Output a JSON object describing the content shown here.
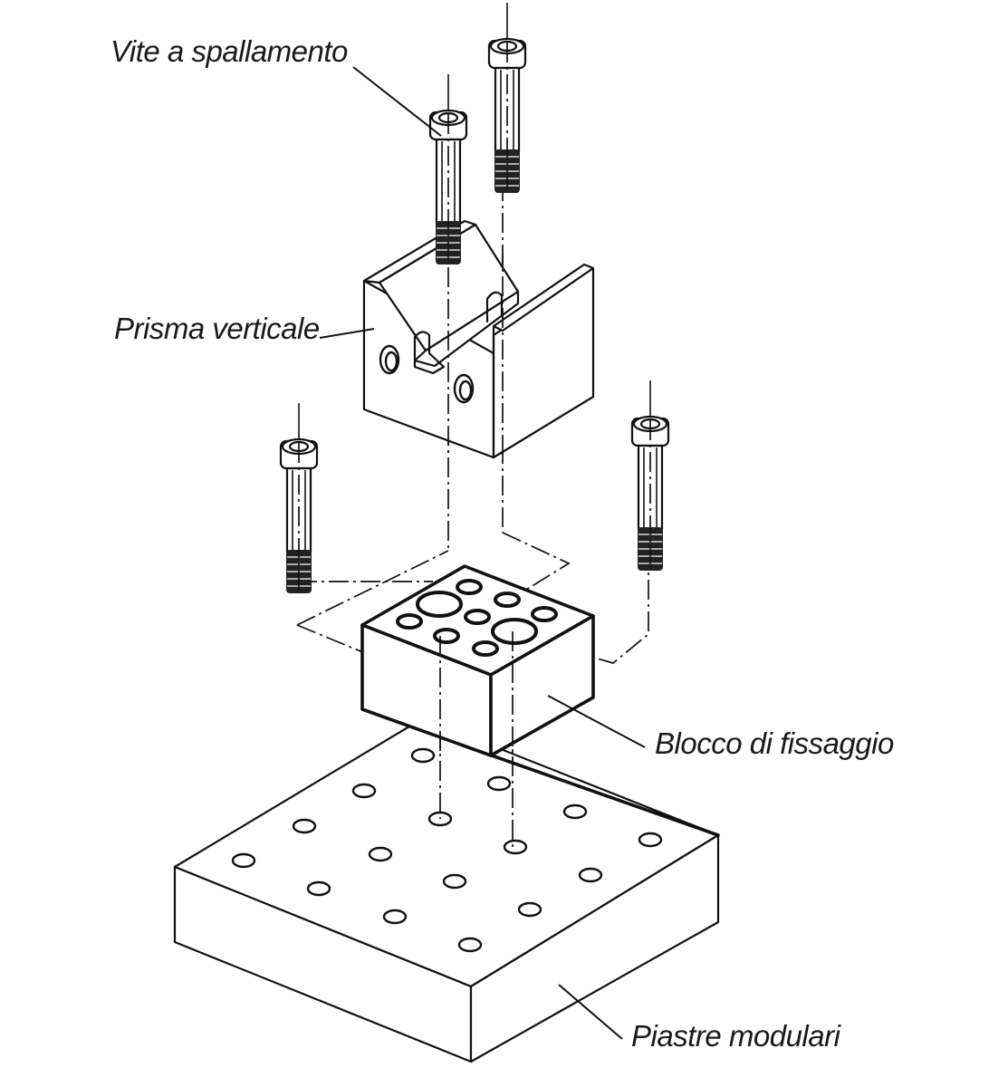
{
  "diagram": {
    "type": "exploded-assembly",
    "labels": {
      "shoulder_screw": "Vite a spallamento",
      "vertical_prism": "Prisma verticale",
      "clamping_block": "Blocco di fissaggio",
      "modular_plates": "Piastre modulari"
    },
    "components": [
      {
        "id": "shoulder_screw",
        "name": "Vite a spallamento",
        "count": 4
      },
      {
        "id": "vertical_prism",
        "name": "Prisma verticale",
        "count": 1
      },
      {
        "id": "clamping_block",
        "name": "Blocco di fissaggio",
        "count": 1
      },
      {
        "id": "modular_plates",
        "name": "Piastre modulari",
        "count": 1
      }
    ],
    "colors": {
      "line": "#111111",
      "background": "#ffffff",
      "text": "#1a1a1a"
    }
  }
}
